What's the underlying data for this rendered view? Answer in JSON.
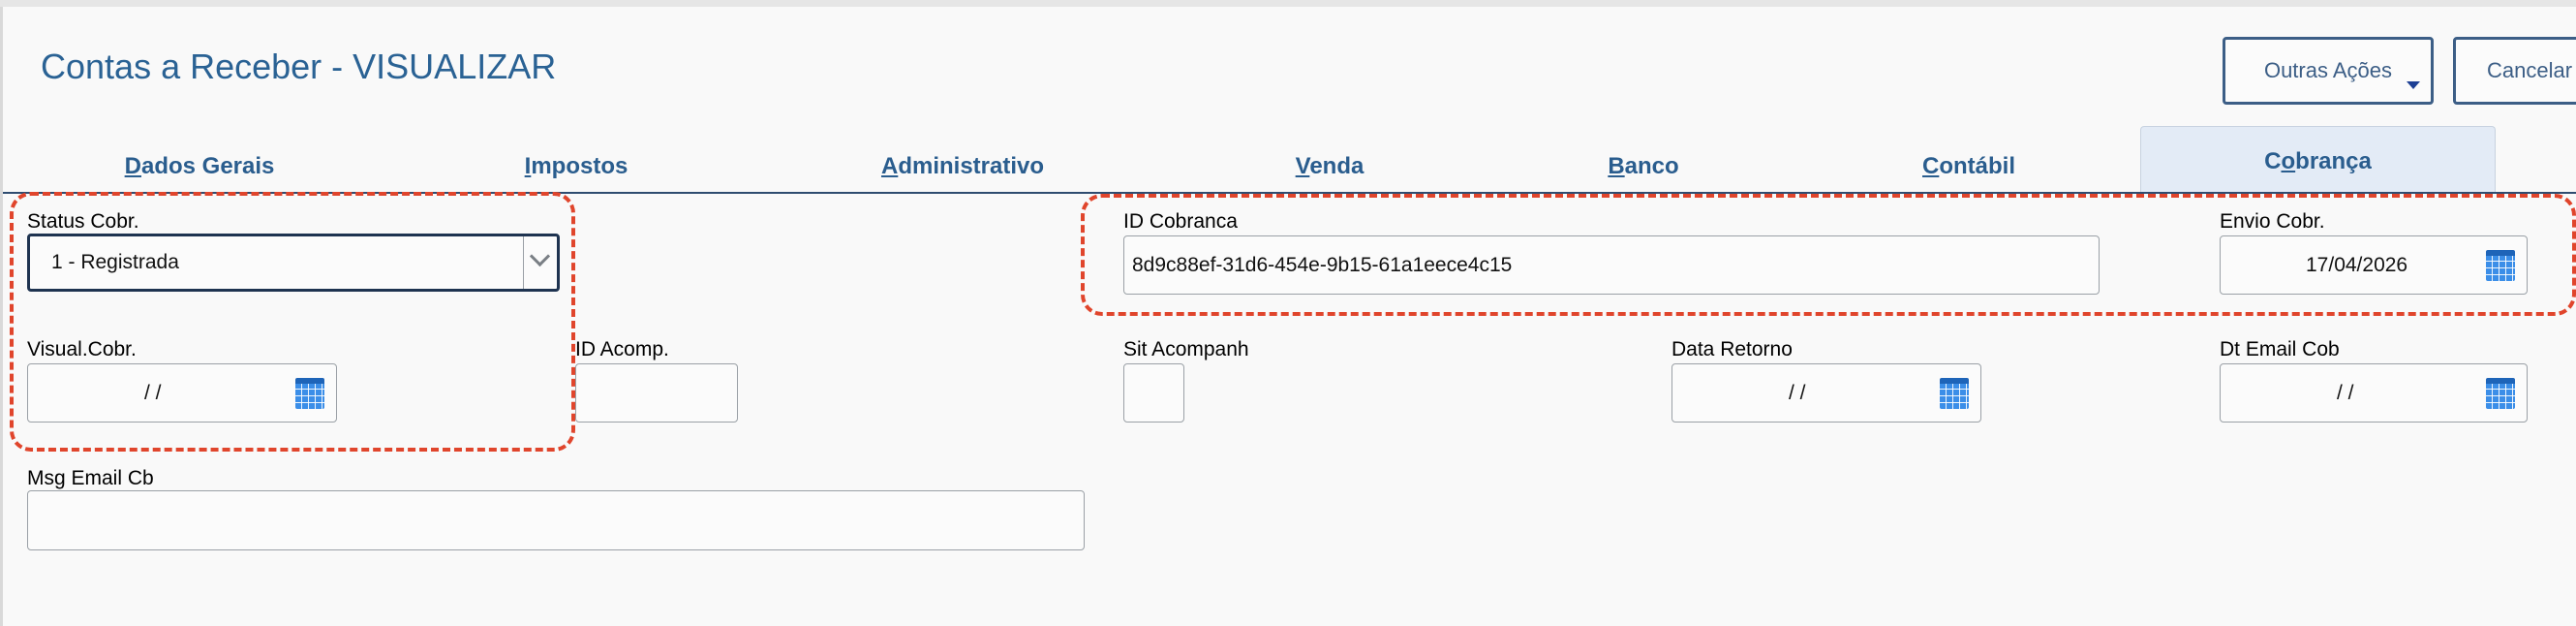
{
  "header": {
    "title": "Contas a Receber - VISUALIZAR",
    "actions": {
      "more_label": "Outras Ações",
      "cancel_label": "Cancelar"
    }
  },
  "tabs": [
    {
      "key": "D",
      "rest": "ados Gerais"
    },
    {
      "key": "I",
      "rest": "mpostos"
    },
    {
      "key": "A",
      "rest": "dministrativo"
    },
    {
      "key": "V",
      "rest": "enda"
    },
    {
      "key": "B",
      "rest": "anco"
    },
    {
      "key": "C",
      "rest": "ontábil"
    },
    {
      "pre": "C",
      "key": "o",
      "rest": "brança",
      "active": true
    }
  ],
  "form": {
    "status_cobr": {
      "label": "Status Cobr.",
      "value": "1 - Registrada"
    },
    "id_cobranca": {
      "label": "ID Cobranca",
      "value": "8d9c88ef-31d6-454e-9b15-61a1eece4c15"
    },
    "envio_cobr": {
      "label": "Envio Cobr.",
      "value": "17/04/2026"
    },
    "visual_cobr": {
      "label": "Visual.Cobr.",
      "value": " /  /"
    },
    "id_acomp": {
      "label": "ID Acomp.",
      "value": ""
    },
    "sit_acompanh": {
      "label": "Sit Acompanh",
      "value": ""
    },
    "data_retorno": {
      "label": "Data Retorno",
      "value": " /  /"
    },
    "dt_email_cob": {
      "label": "Dt Email Cob",
      "value": " /  /"
    },
    "msg_email_cb": {
      "label": "Msg Email Cb",
      "value": ""
    }
  },
  "colors": {
    "accent": "#2a6294",
    "tab_text": "#2a5d8e",
    "highlight": "#e0452c",
    "calendar": "#3b8ee8"
  }
}
